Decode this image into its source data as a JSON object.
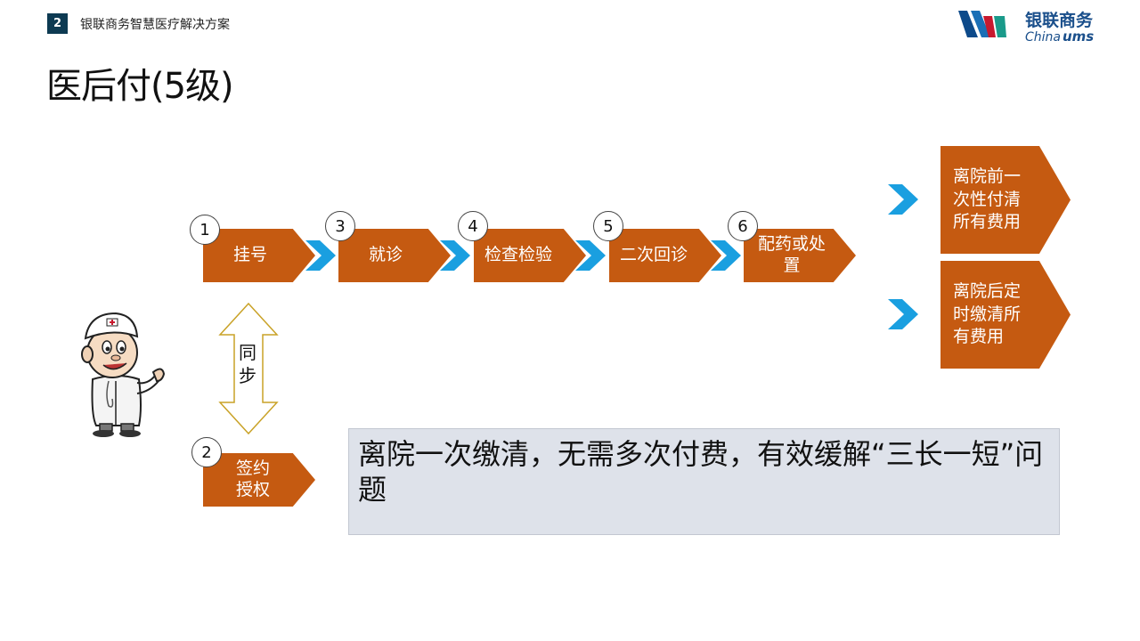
{
  "header": {
    "page_number": "2",
    "title": "银联商务智慧医疗解决方案",
    "logo": {
      "brand_cn": "银联商务",
      "brand_en_1": "China",
      "brand_en_2": "ums"
    }
  },
  "slide": {
    "title": "医后付(5级)"
  },
  "flow": {
    "steps": [
      {
        "number": "1",
        "label": "挂号"
      },
      {
        "number": "3",
        "label": "就诊"
      },
      {
        "number": "4",
        "label": "检查检验"
      },
      {
        "number": "5",
        "label": "二次回诊"
      },
      {
        "number": "6",
        "label": "配药或处置"
      }
    ],
    "sign_step": {
      "number": "2",
      "label": "签约授权"
    },
    "sync_label": "同步",
    "outcomes": [
      {
        "label": "离院前一次性付清所有费用"
      },
      {
        "label": "离院后定时缴清所有费用"
      }
    ]
  },
  "note": {
    "text": "离院一次缴清，无需多次付费，有效缓解“三长一短”问题"
  },
  "colors": {
    "step_fill": "#c55a11",
    "chevron": "#1a9fe0",
    "note_bg": "#dee2ea",
    "sync_arrow": "#c9a227"
  }
}
